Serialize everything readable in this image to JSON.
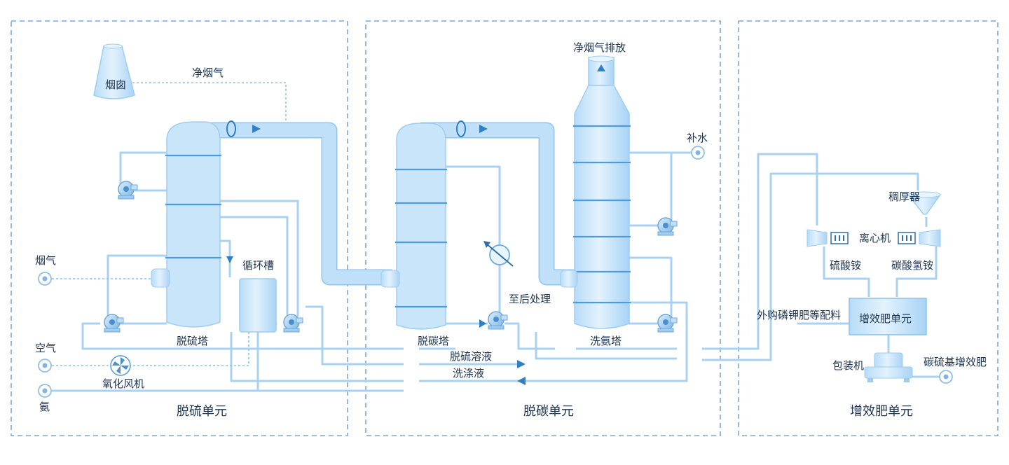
{
  "sections": {
    "desulfurization": "脱硫单元",
    "decarbonization": "脱碳单元",
    "fertilizer": "增效肥单元"
  },
  "labels": {
    "chimney": "烟囱",
    "clean_flue_gas": "净烟气",
    "flue_gas": "烟气",
    "air": "空气",
    "ammonia": "氨",
    "oxidation_fan": "氧化风机",
    "circulation_tank": "循环槽",
    "desulfurization_tower": "脱硫塔",
    "decarbonization_tower": "脱碳塔",
    "to_post_treatment": "至后处理",
    "desulfurization_solution": "脱硫溶液",
    "washing_liquid": "洗涤液",
    "clean_gas_discharge": "净烟气排放",
    "makeup_water": "补水",
    "ammonia_wash_tower": "洗氨塔",
    "thickener": "稠厚器",
    "centrifuge": "离心机",
    "ammonium_sulfate": "硫酸铵",
    "ammonium_bicarbonate": "碳酸氢铵",
    "purchased_materials": "外购磷钾肥等配料",
    "fertilizer_unit_box": "增效肥单元",
    "packing_machine": "包装机",
    "product": "碳硫基增效肥"
  },
  "colors": {
    "frame": "#7aa9cf",
    "pipe": "#a9d2f2",
    "vessel": "#c9e5fa",
    "ring": "#4b9bdd",
    "arrow": "#2f7fc4",
    "text": "#1e3550"
  },
  "icons": {
    "pump": "pump-icon",
    "fan": "fan-icon",
    "source": "source-node-icon",
    "heat_exchanger": "heat-exchanger-icon",
    "centrifuge": "centrifuge-icon"
  }
}
